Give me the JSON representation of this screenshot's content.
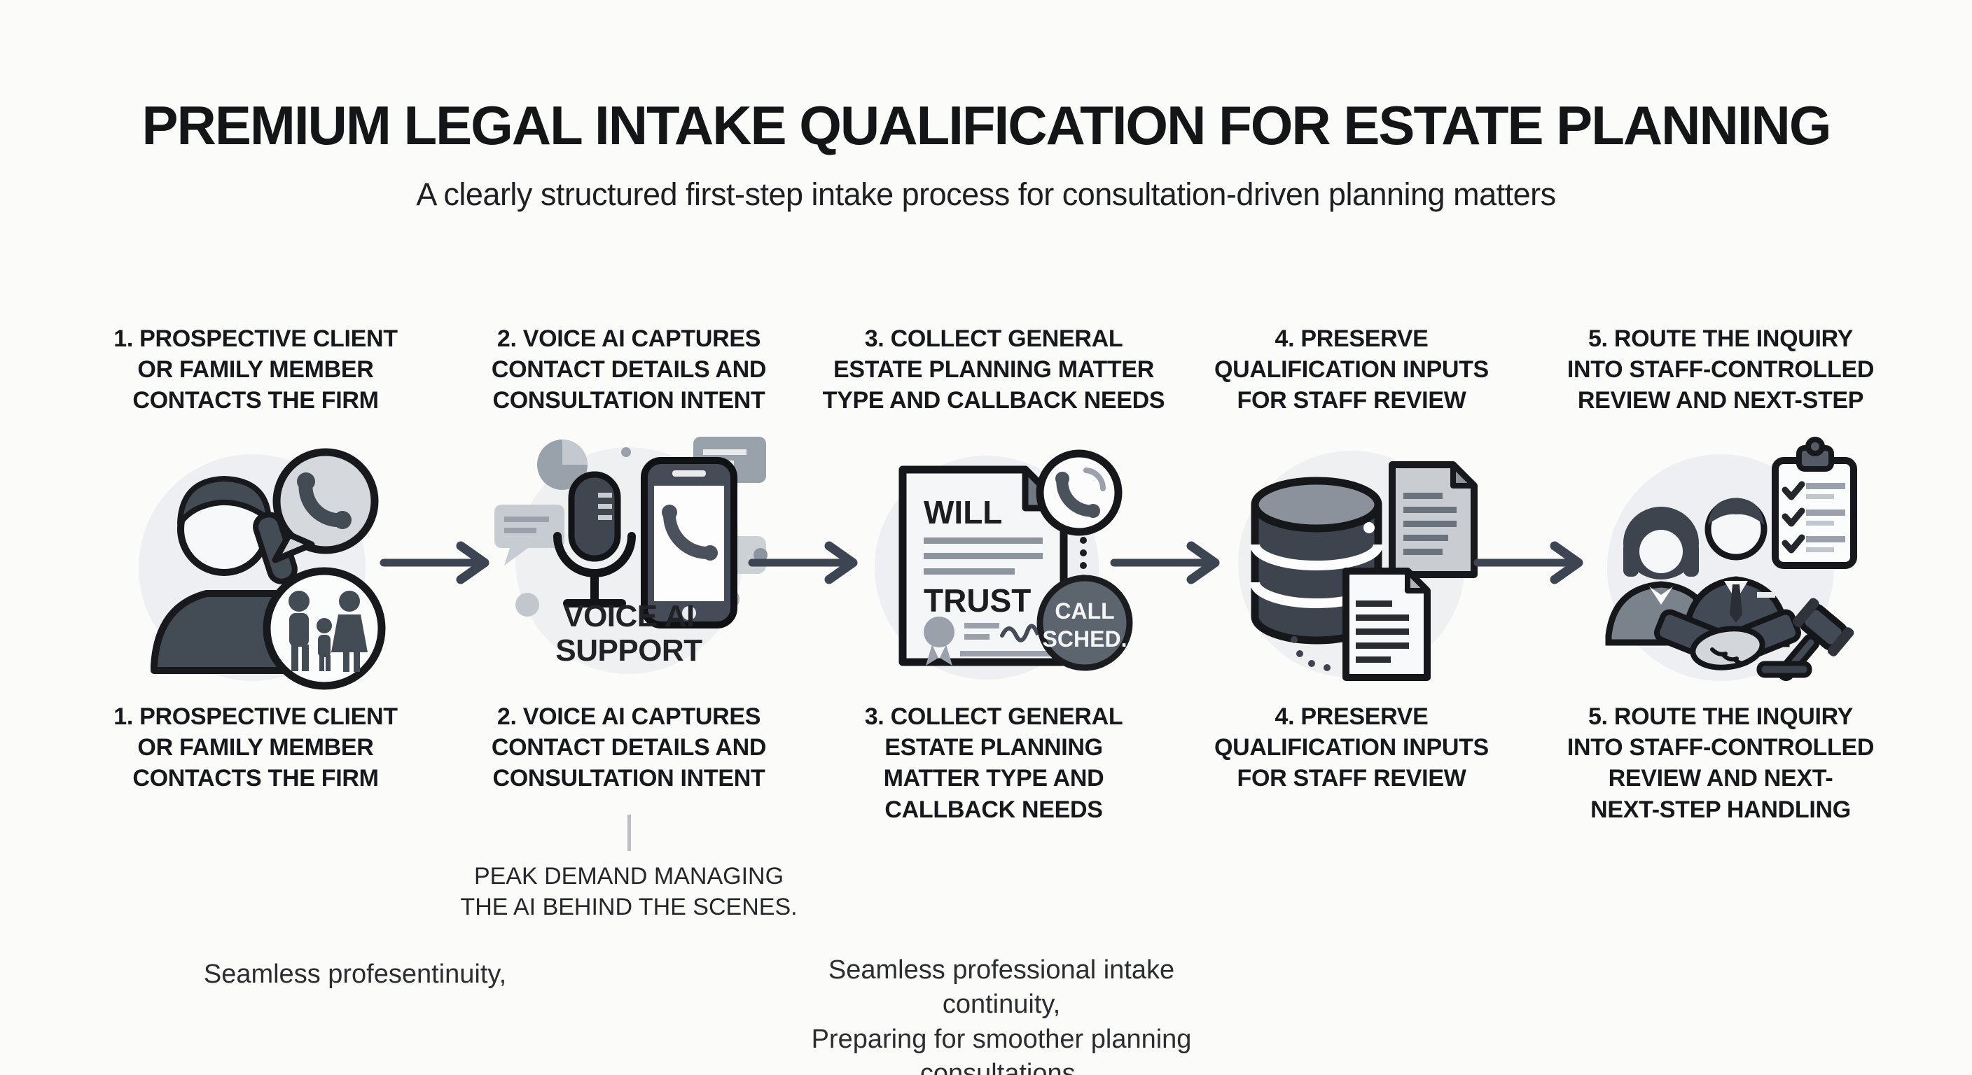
{
  "header": {
    "title": "PREMIUM LEGAL INTAKE QUALIFICATION FOR ESTATE PLANNING",
    "subtitle": "A clearly structured first-step intake process for consultation-driven planning matters"
  },
  "steps": [
    {
      "icon_name": "client-on-phone-icon",
      "top_label": "1. PROSPECTIVE CLIENT\nOR FAMILY MEMBER\nCONTACTS THE FIRM",
      "bottom_label": "1. PROSPECTIVE CLIENT\nOR FAMILY MEMBER\nCONTACTS THE FIRM"
    },
    {
      "icon_name": "voice-ai-support-icon",
      "top_label": "2. VOICE AI CAPTURES\nCONTACT DETAILS AND\nCONSULTATION INTENT",
      "bottom_label": "2. VOICE AI CAPTURES\nCONTACT DETAILS AND\nCONSULTATION INTENT",
      "icon_caption": "VOICE AI\nSUPPORT",
      "note": "PEAK DEMAND MANAGING\nTHE AI BEHIND THE SCENES."
    },
    {
      "icon_name": "will-trust-document-icon",
      "top_label": "3. COLLECT GENERAL\nESTATE PLANNING MATTER\nTYPE AND CALLBACK NEEDS",
      "bottom_label": "3. COLLECT GENERAL\nESTATE PLANNING\nMATTER TYPE AND\nCALLBACK NEEDS",
      "doc_word_1": "WILL",
      "doc_word_2": "TRUST",
      "badge_line_1": "CALL",
      "badge_line_2": "SCHED."
    },
    {
      "icon_name": "database-records-icon",
      "top_label": "4. PRESERVE\nQUALIFICATION INPUTS\nFOR STAFF REVIEW",
      "bottom_label": "4. PRESERVE\nQUALIFICATION INPUTS\nFOR STAFF REVIEW"
    },
    {
      "icon_name": "staff-routing-icon",
      "top_label": "5. ROUTE THE INQUIRY\nINTO STAFF-CONTROLLED\nREVIEW AND NEXT-STEP",
      "bottom_label": "5. ROUTE THE INQUIRY\nINTO STAFF-CONTROLLED\nREVIEW AND NEXT-\nNEXT-STEP HANDLING"
    }
  ],
  "footer": {
    "left_text": "Seamless profesentinuity,",
    "center_text": "Seamless professional intake continuity,\nPreparing for smoother planning consultations."
  },
  "icons": [
    "client-on-phone-icon",
    "voice-ai-support-icon",
    "will-trust-document-icon",
    "database-records-icon",
    "staff-routing-icon",
    "flow-arrow-icon"
  ],
  "colors": {
    "background": "#fbfbf9",
    "text": "#17181b",
    "icon_circle": "#edeff2",
    "icon_dark": "#3f4650",
    "icon_mid": "#9aa1aa",
    "icon_light": "#ccd1d6",
    "arrow": "#3e4552",
    "badge_bg": "#5c646e"
  }
}
